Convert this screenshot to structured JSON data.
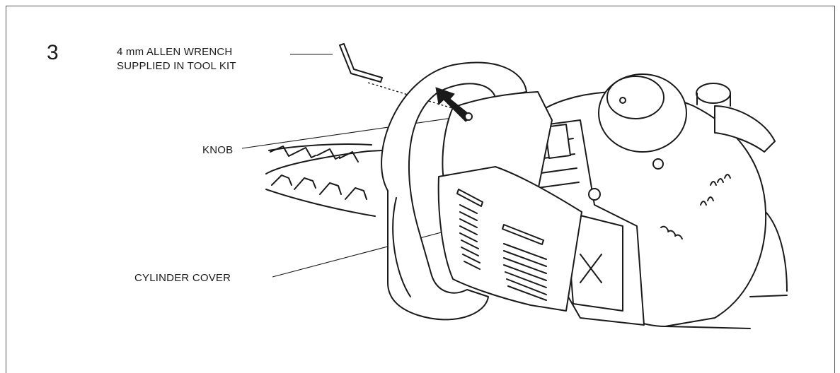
{
  "figure": {
    "step_number": "3",
    "callouts": {
      "wrench_line1": "4 mm ALLEN WRENCH",
      "wrench_line2": "SUPPLIED IN TOOL KIT",
      "knob": "KNOB",
      "cylinder_cover": "CYLINDER COVER"
    }
  }
}
